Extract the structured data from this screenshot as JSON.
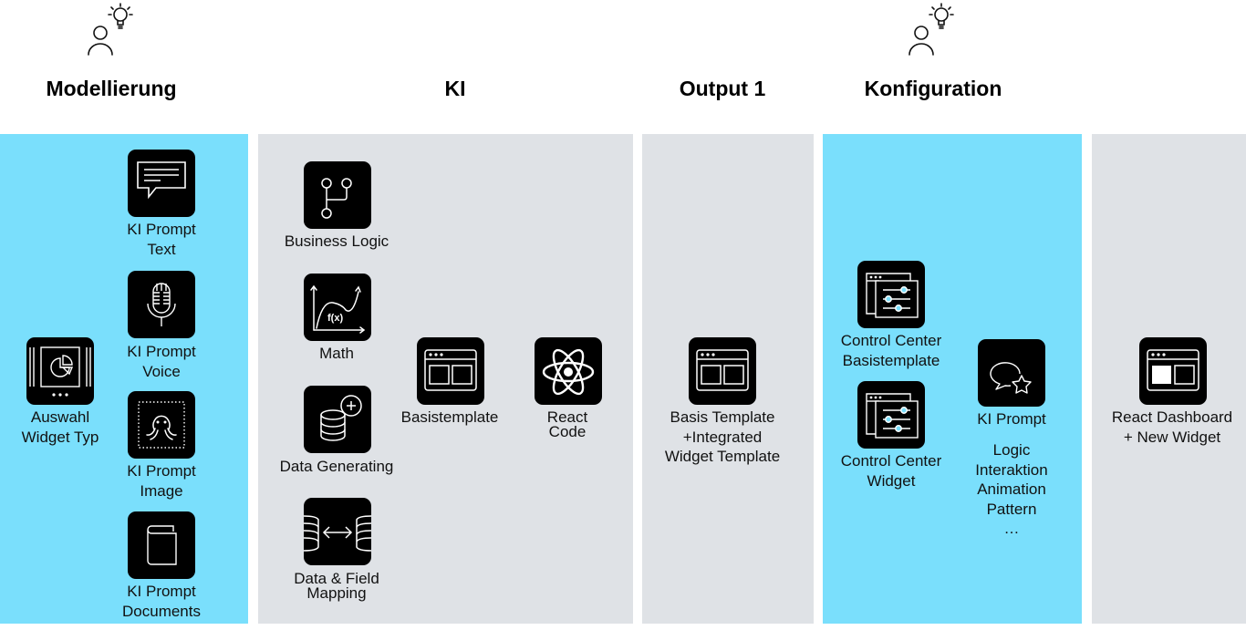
{
  "headers": {
    "modellierung": "Modellierung",
    "ki": "KI",
    "output1": "Output 1",
    "konfiguration": "Konfiguration"
  },
  "modellierung": {
    "auswahl": {
      "icon": "pie-chart-widget-icon",
      "line1": "Auswahl",
      "line2": "Widget Typ"
    },
    "prompt_text": {
      "icon": "chat-bubble-icon",
      "line1": "KI Prompt",
      "line2": "Text"
    },
    "prompt_voice": {
      "icon": "microphone-icon",
      "line1": "KI Prompt",
      "line2": "Voice"
    },
    "prompt_image": {
      "icon": "octopus-image-icon",
      "line1": "KI Prompt",
      "line2": "Image"
    },
    "prompt_documents": {
      "icon": "book-icon",
      "line1": "KI Prompt",
      "line2": "Documents"
    }
  },
  "ki": {
    "business_logic": {
      "icon": "branch-logic-icon",
      "label": "Business Logic"
    },
    "math": {
      "icon": "function-graph-icon",
      "label": "Math",
      "icon_text": "f(x)"
    },
    "data_generating": {
      "icon": "database-plus-icon",
      "label": "Data Generating"
    },
    "data_mapping": {
      "icon": "database-mapping-icon",
      "line1": "Data & Field",
      "line2": "Mapping"
    },
    "basistemplate": {
      "icon": "browser-template-icon",
      "label": "Basistemplate"
    },
    "react_code": {
      "icon": "react-atom-icon",
      "line1": "React",
      "line2": "Code"
    }
  },
  "output1": {
    "template": {
      "icon": "browser-template-icon",
      "line1": "Basis Template",
      "line2": "+Integrated",
      "line3": "Widget Template"
    }
  },
  "konfiguration": {
    "cc_basistemplate": {
      "icon": "control-center-sliders-icon",
      "line1": "Control Center",
      "line2": "Basistemplate"
    },
    "cc_widget": {
      "icon": "control-center-sliders-icon",
      "line1": "Control Center",
      "line2": "Widget"
    },
    "ki_prompt": {
      "icon": "chat-star-icon",
      "label": "KI Prompt",
      "items": [
        "Logic",
        "Interaktion",
        "Animation",
        "Pattern",
        "…"
      ]
    }
  },
  "result": {
    "dashboard": {
      "icon": "browser-dashboard-new-widget-icon",
      "line1": "React Dashboard",
      "line2": "+ New Widget"
    }
  },
  "colors": {
    "blue_panel": "#7adffc",
    "gray_panel": "#dfe2e6",
    "tile": "#000000",
    "slider_knob": "#7adffc"
  }
}
